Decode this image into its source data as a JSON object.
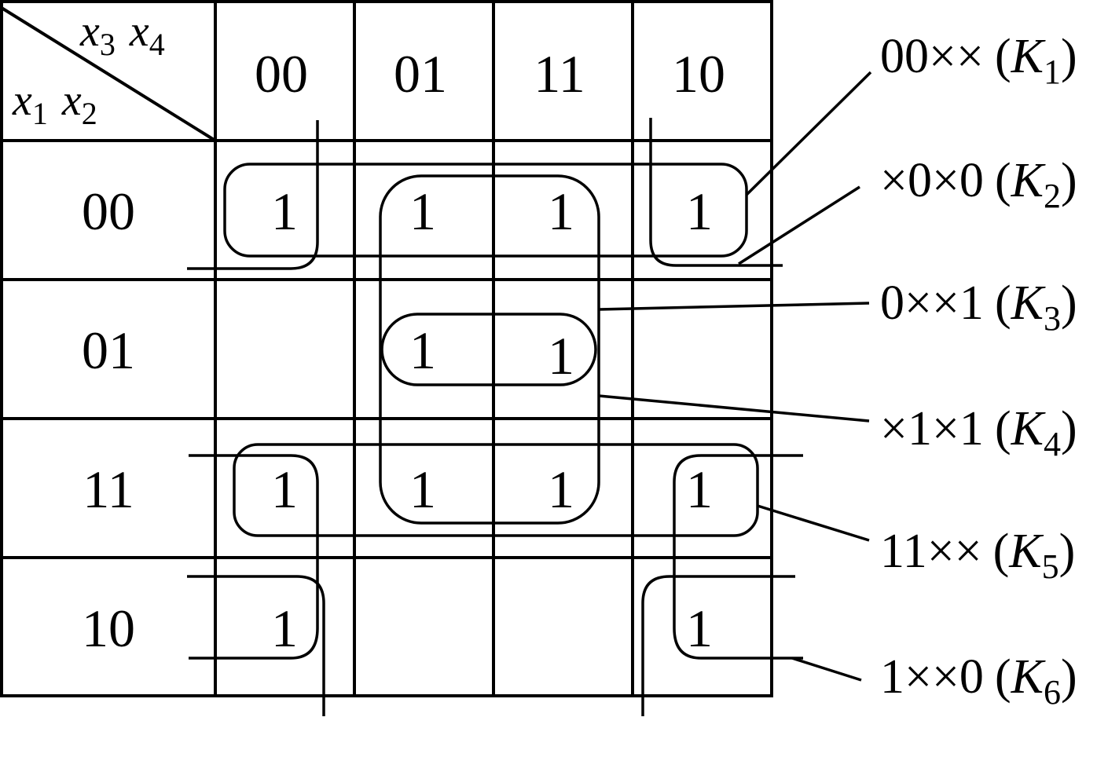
{
  "corner": {
    "top_vars": [
      {
        "letter": "x",
        "sub": "3"
      },
      {
        "letter": "x",
        "sub": "4"
      }
    ],
    "left_vars": [
      {
        "letter": "x",
        "sub": "1"
      },
      {
        "letter": "x",
        "sub": "2"
      }
    ]
  },
  "column_headers": [
    "00",
    "01",
    "11",
    "10"
  ],
  "row_headers": [
    "00",
    "01",
    "11",
    "10"
  ],
  "cells": [
    [
      "1",
      "1",
      "1",
      "1"
    ],
    [
      "",
      "1",
      "1",
      ""
    ],
    [
      "1",
      "1",
      "1",
      "1"
    ],
    [
      "1",
      "",
      "",
      "1"
    ]
  ],
  "groups": [
    {
      "pattern": "00××",
      "name": "K",
      "sub": "1"
    },
    {
      "pattern": "×0×0",
      "name": "K",
      "sub": "2"
    },
    {
      "pattern": "0××1",
      "name": "K",
      "sub": "3"
    },
    {
      "pattern": "×1×1",
      "name": "K",
      "sub": "4"
    },
    {
      "pattern": "11××",
      "name": "K",
      "sub": "5"
    },
    {
      "pattern": "1××0",
      "name": "K",
      "sub": "6"
    }
  ]
}
